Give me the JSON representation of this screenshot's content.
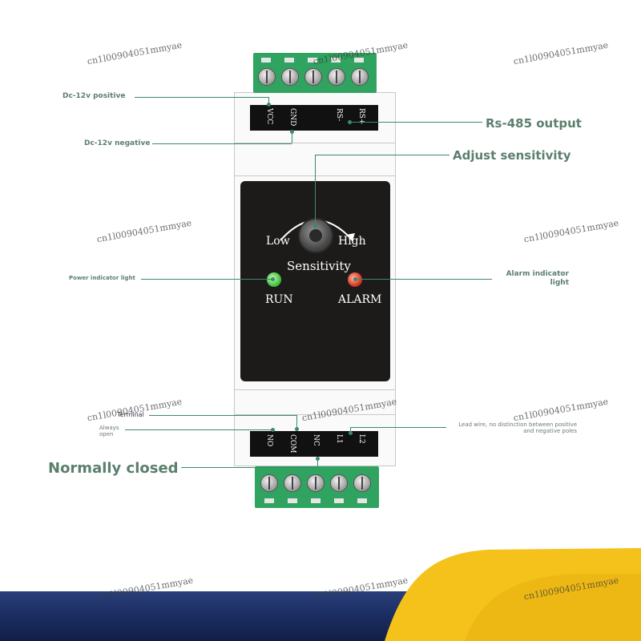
{
  "callouts": {
    "dc_positive": "Dc-12v positive",
    "dc_negative": "Dc-12v negative",
    "rs485": "Rs-485 output",
    "adjust": "Adjust sensitivity",
    "power_light": "Power indicator light",
    "alarm_light": "Alarm indicator light",
    "terminal": "Terminal",
    "always_open": "Always open",
    "lead_wire": "Lead wire, no distinction between positive and negative poles",
    "normally_closed": "Normally closed"
  },
  "top_terminals": [
    "VCC",
    "GND",
    "RS-",
    "RS+"
  ],
  "bottom_terminals": [
    "NO",
    "COM",
    "NC",
    "L1",
    "L2"
  ],
  "panel": {
    "low": "Low",
    "high": "High",
    "sensitivity": "Sensitivity",
    "run": "RUN",
    "alarm": "ALARM"
  },
  "colors": {
    "terminal_green": "#2fa35f",
    "run_led": "#4ec94a",
    "alarm_led": "#e0402a",
    "callout_line": "#3d8a6b"
  },
  "watermark": "cn1l00904051mmyae"
}
